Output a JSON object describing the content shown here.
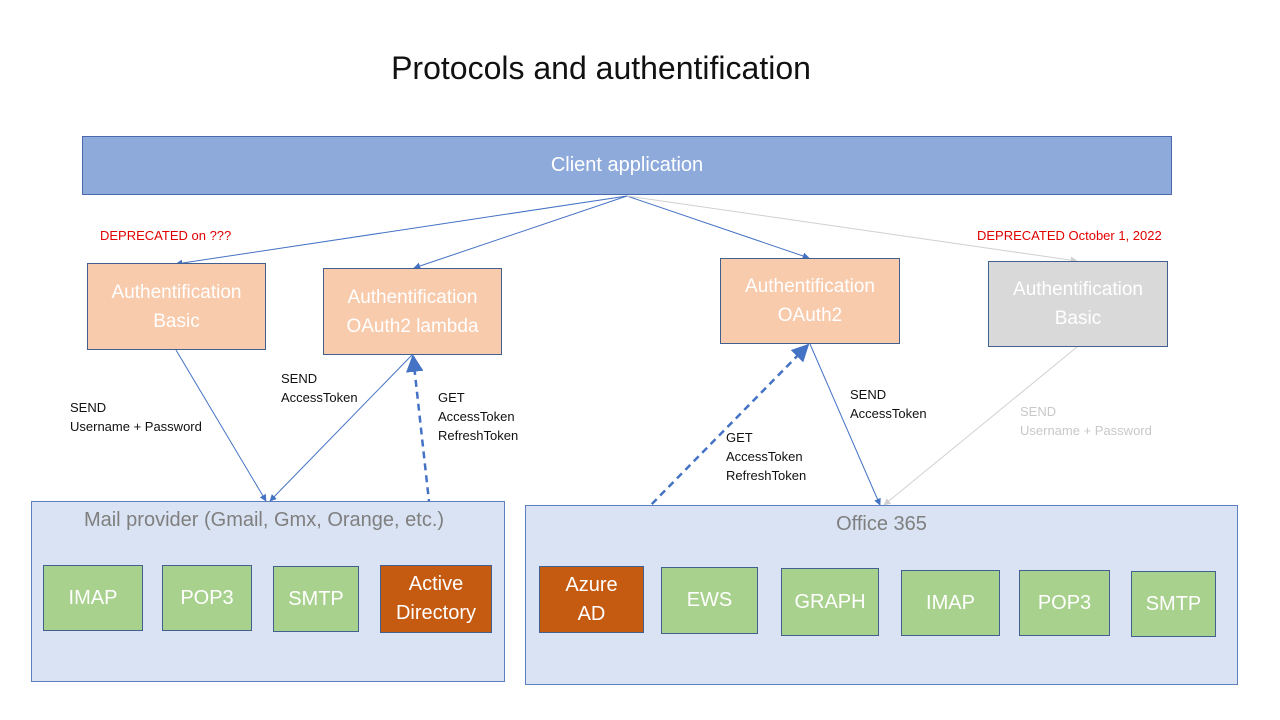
{
  "title": "Protocols and authentification",
  "client": {
    "label": "Client application"
  },
  "auth_basic_left": {
    "line1": "Authentification",
    "line2": "Basic",
    "deprecated": "DEPRECATED on ???"
  },
  "auth_oauth2_lambda": {
    "line1": "Authentification",
    "line2": "OAuth2 lambda"
  },
  "auth_oauth2": {
    "line1": "Authentification",
    "line2": "OAuth2"
  },
  "auth_basic_right": {
    "line1": "Authentification",
    "line2": "Basic",
    "deprecated": "DEPRECATED October 1, 2022"
  },
  "labels": {
    "send_userpass_left": {
      "l1": "SEND",
      "l2": "Username + Password"
    },
    "send_token_left": {
      "l1": "SEND",
      "l2": "AccessToken"
    },
    "get_tokens_left": {
      "l1": "GET",
      "l2": "AccessToken",
      "l3": "RefreshToken"
    },
    "get_tokens_right": {
      "l1": "GET",
      "l2": "AccessToken",
      "l3": "RefreshToken"
    },
    "send_token_right": {
      "l1": "SEND",
      "l2": "AccessToken"
    },
    "send_userpass_right": {
      "l1": "SEND",
      "l2": "Username + Password"
    }
  },
  "mail_provider": {
    "label": "Mail provider (Gmail, Gmx, Orange, etc.)",
    "items": [
      "IMAP",
      "POP3",
      "SMTP"
    ],
    "directory": {
      "line1": "Active",
      "line2": "Directory"
    }
  },
  "office365": {
    "label": "Office 365",
    "directory": {
      "line1": "Azure",
      "line2": "AD"
    },
    "items": [
      "EWS",
      "GRAPH",
      "IMAP",
      "POP3",
      "SMTP"
    ]
  },
  "colors": {
    "client": "#8eaadb",
    "auth": "#f8cbad",
    "auth_deprecated": "#d9d9d9",
    "group": "#dae3f3",
    "protocol": "#a9d18e",
    "directory": "#c55a11",
    "arrow": "#4472c4",
    "arrow_deprecated": "#d0d0d0",
    "deprecated_text": "#e00000"
  }
}
